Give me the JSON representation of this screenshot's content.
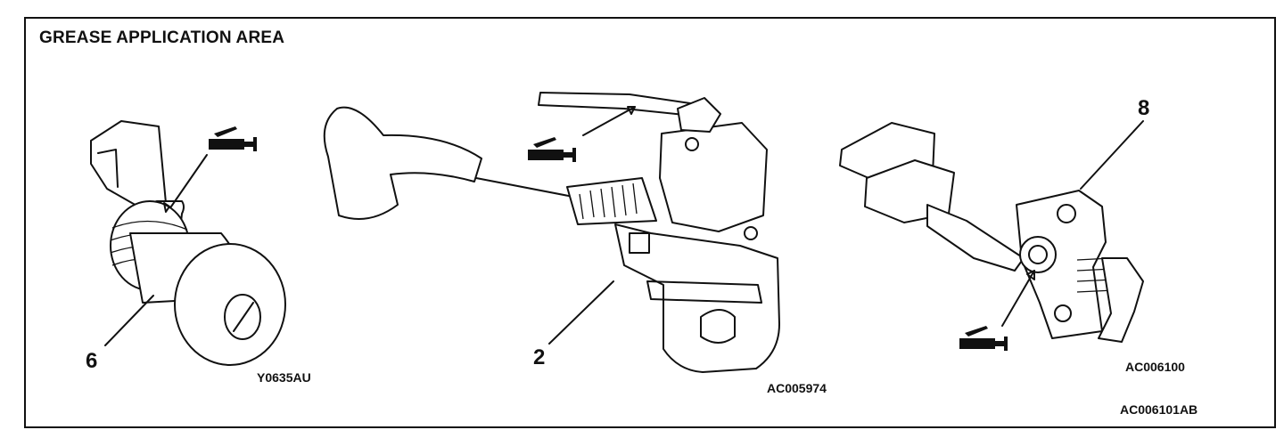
{
  "title": "GREASE APPLICATION AREA",
  "callouts": {
    "left": "6",
    "center": "2",
    "right": "8"
  },
  "figure_codes": {
    "left": "Y0635AU",
    "center": "AC005974",
    "right": "AC006100",
    "frame": "AC006101AB"
  },
  "icons": {
    "grease": "grease-gun-icon"
  },
  "colors": {
    "line": "#111111",
    "background": "#ffffff"
  }
}
